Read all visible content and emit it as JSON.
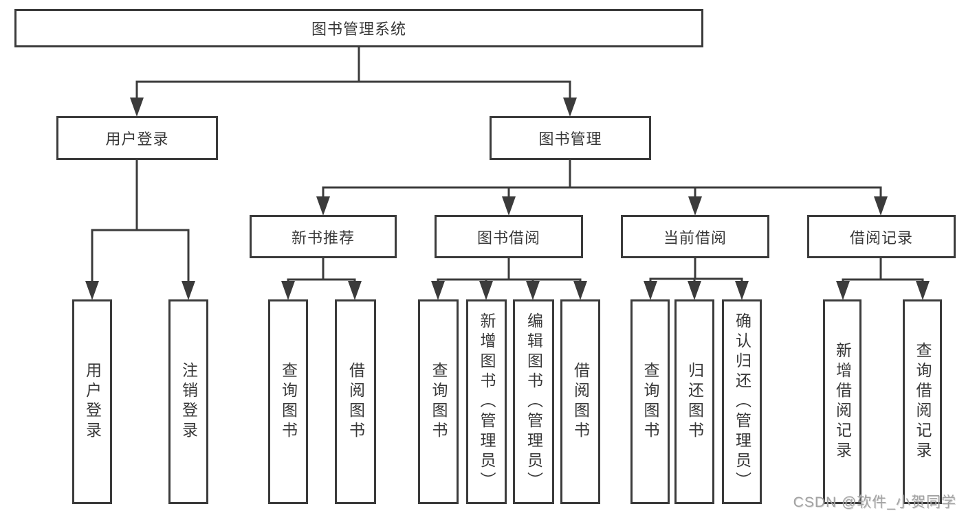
{
  "diagram": {
    "type": "tree",
    "root": {
      "id": "library-system",
      "label": "图书管理系统"
    },
    "level2": [
      {
        "id": "user-login",
        "label": "用户登录",
        "parent": "library-system"
      },
      {
        "id": "book-management",
        "label": "图书管理",
        "parent": "library-system"
      }
    ],
    "level3": [
      {
        "id": "new-book-recommend",
        "label": "新书推荐",
        "parent": "book-management"
      },
      {
        "id": "book-borrowing",
        "label": "图书借阅",
        "parent": "book-management"
      },
      {
        "id": "current-borrowing",
        "label": "当前借阅",
        "parent": "book-management"
      },
      {
        "id": "borrowing-records",
        "label": "借阅记录",
        "parent": "book-management"
      }
    ],
    "leaves": [
      {
        "label": "用户登录",
        "parent": "user-login"
      },
      {
        "label": "注销登录",
        "parent": "user-login"
      },
      {
        "label": "查询图书",
        "parent": "new-book-recommend"
      },
      {
        "label": "借阅图书",
        "parent": "new-book-recommend"
      },
      {
        "label": "查询图书",
        "parent": "book-borrowing"
      },
      {
        "label": "新增图书（管理员）",
        "parent": "book-borrowing"
      },
      {
        "label": "编辑图书（管理员）",
        "parent": "book-borrowing"
      },
      {
        "label": "借阅图书",
        "parent": "book-borrowing"
      },
      {
        "label": "查询图书",
        "parent": "current-borrowing"
      },
      {
        "label": "归还图书",
        "parent": "current-borrowing"
      },
      {
        "label": "确认归还（管理员）",
        "parent": "current-borrowing"
      },
      {
        "label": "新增借阅记录",
        "parent": "borrowing-records"
      },
      {
        "label": "查询借阅记录",
        "parent": "borrowing-records"
      }
    ],
    "colors": {
      "line": "#3b3b3b",
      "box_border": "#3b3b3b",
      "box_fill": "#ffffff",
      "text": "#383838"
    }
  },
  "watermark": {
    "text": "CSDN @软件_小贺同学"
  }
}
